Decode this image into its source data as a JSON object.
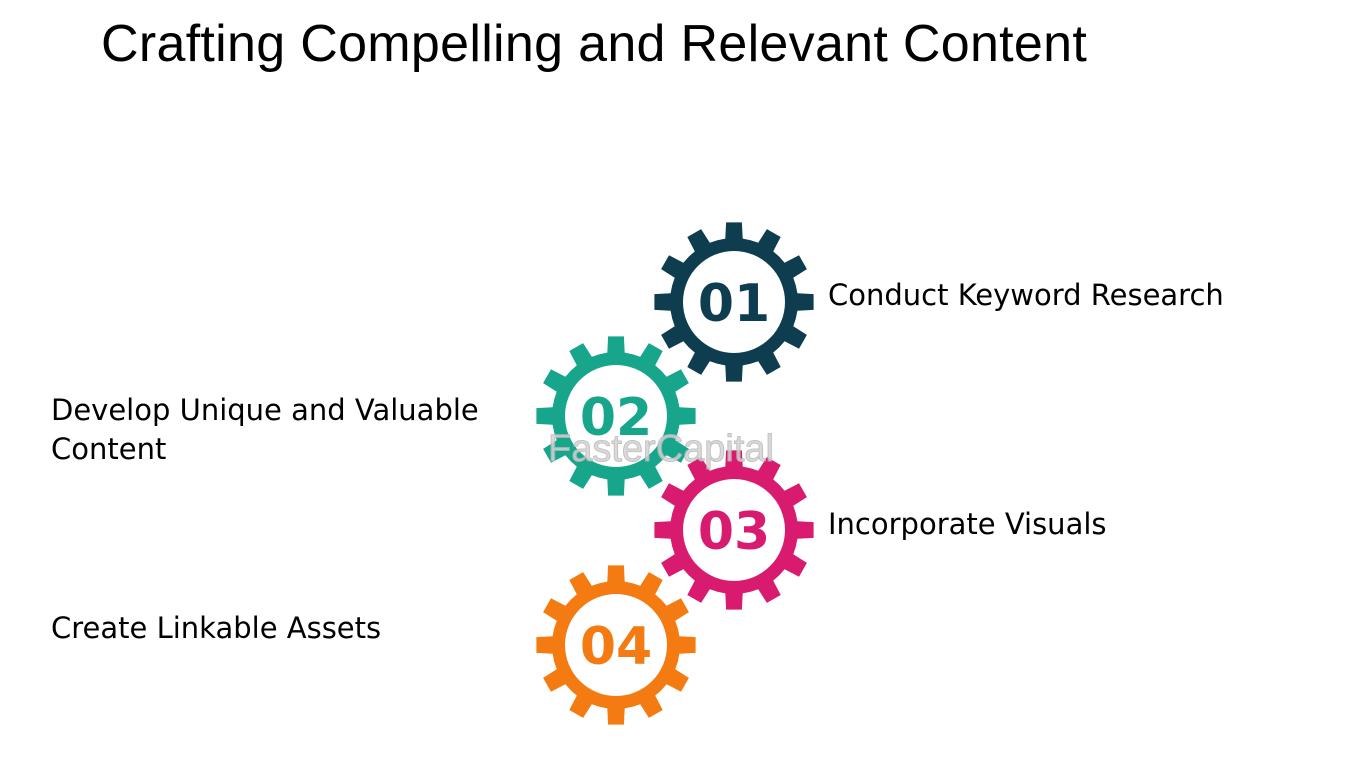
{
  "title": "Crafting Compelling and Relevant Content",
  "steps": [
    {
      "number": "01",
      "label": "Conduct Keyword Research",
      "color": "#0f3d50"
    },
    {
      "number": "02",
      "label": "Develop Unique and Valuable Content",
      "color": "#17a58c"
    },
    {
      "number": "03",
      "label": "Incorporate Visuals",
      "color": "#d81b6e"
    },
    {
      "number": "04",
      "label": "Create Linkable Assets",
      "color": "#f47b12"
    }
  ],
  "watermark": "FasterCapital"
}
